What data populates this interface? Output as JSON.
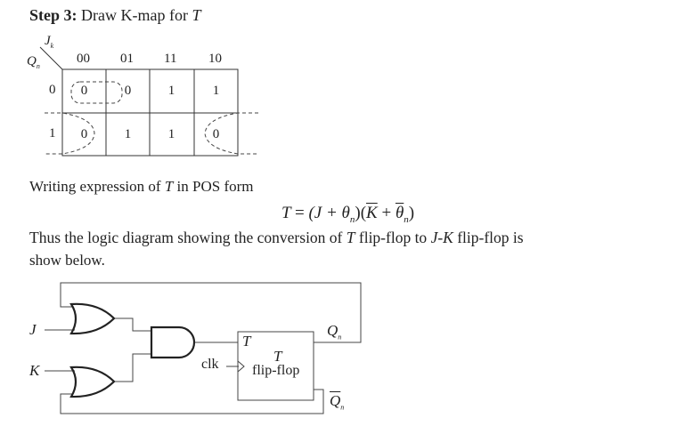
{
  "heading": {
    "step": "Step 3:",
    "text": "Draw K-map for",
    "var": "T"
  },
  "kmap": {
    "col_var": "J",
    "col_sub": "k",
    "row_var": "Q",
    "row_sub": "n",
    "columns": [
      "00",
      "01",
      "11",
      "10"
    ],
    "rows": [
      {
        "label": "0",
        "cells": [
          "0",
          "0",
          "1",
          "1"
        ]
      },
      {
        "label": "1",
        "cells": [
          "0",
          "1",
          "1",
          "0"
        ]
      }
    ]
  },
  "text": {
    "writing_prefix": "Writing expression of",
    "writing_var": "T",
    "writing_suffix": "in POS form",
    "equation": {
      "lhs": "T",
      "eq": "=",
      "p1": "(J + θ",
      "n1": "n",
      "mid": ")(",
      "kbar": "K",
      "plus": " + ",
      "thetabar": "θ",
      "n2": "n",
      "close": ")"
    },
    "thus_1": "Thus the logic diagram showing the conversion of",
    "thus_T": "T",
    "thus_2": "flip-flop to",
    "thus_JK": "J-K",
    "thus_3": "flip-flop is",
    "show_below": "show below."
  },
  "diagram": {
    "input_j": "J",
    "input_k": "K",
    "clk": "clk",
    "ff_t_pin": "T",
    "ff_title": "T",
    "ff_subtitle": "flip-flop",
    "q": "Q",
    "q_sub": "n",
    "qbar": "Q",
    "qbar_sub": "n"
  }
}
